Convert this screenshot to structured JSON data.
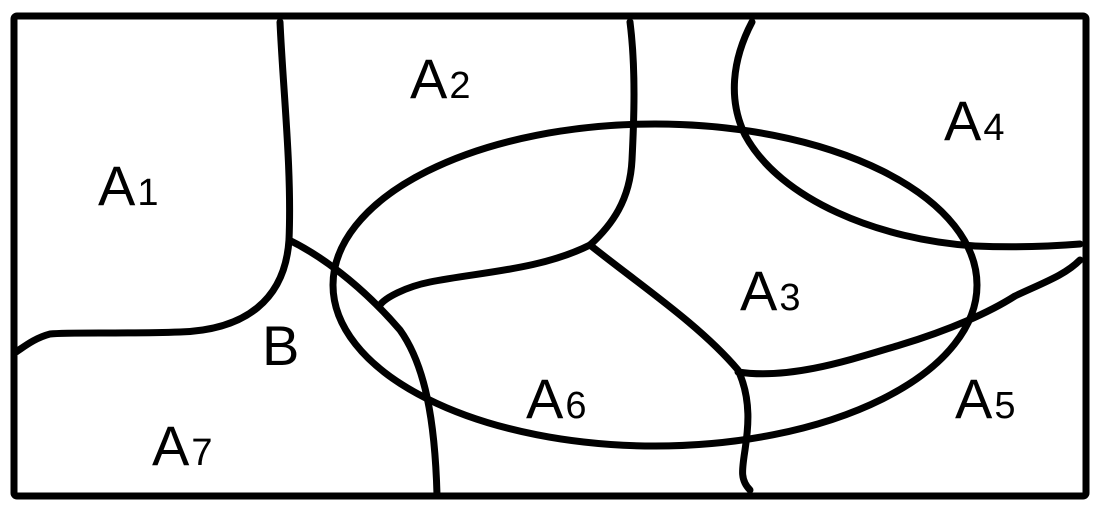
{
  "diagram": {
    "labels": {
      "a1": {
        "letter": "A",
        "index": "1"
      },
      "a2": {
        "letter": "A",
        "index": "2"
      },
      "a3": {
        "letter": "A",
        "index": "3"
      },
      "a4": {
        "letter": "A",
        "index": "4"
      },
      "a5": {
        "letter": "A",
        "index": "5"
      },
      "a6": {
        "letter": "A",
        "index": "6"
      },
      "a7": {
        "letter": "A",
        "index": "7"
      },
      "b": "B"
    },
    "colors": {
      "stroke": "#000000",
      "background": "#ffffff"
    }
  }
}
